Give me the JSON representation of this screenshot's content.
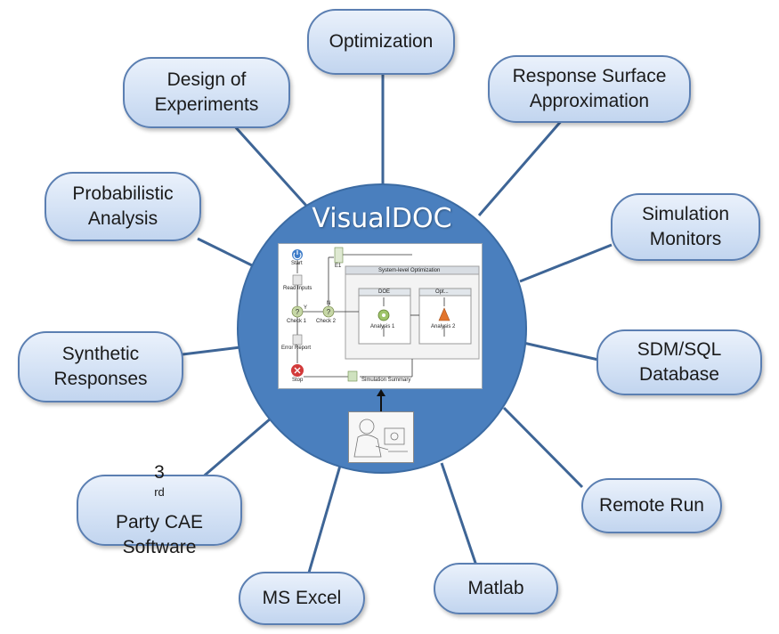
{
  "hub": {
    "title": "VisualDOC",
    "workflow": {
      "start": "Start",
      "read_inputs": "Read Inputs",
      "check1": "Check 1",
      "check2": "Check 2",
      "error_report": "Error Report",
      "stop": "Stop",
      "e1": "E1",
      "system_opt": "System-level Optimization",
      "doe": "DOE",
      "opt": "Opt...",
      "analysis1": "Analysis 1",
      "analysis2": "Analysis 2",
      "sim_summary": "Simulation Summary",
      "n": "N",
      "y": "Y"
    }
  },
  "nodes": {
    "optimization": [
      "Optimization"
    ],
    "design_of_experiments": [
      "Design of",
      "Experiments"
    ],
    "response_surface": [
      "Response Surface",
      "Approximation"
    ],
    "probabilistic": [
      "Probabilistic",
      "Analysis"
    ],
    "simulation_monitors": [
      "Simulation",
      "Monitors"
    ],
    "synthetic_responses": [
      "Synthetic",
      "Responses"
    ],
    "sdm_sql": [
      "SDM/SQL",
      "Database"
    ],
    "third_party": {
      "num": "3",
      "sup": "rd",
      "rest": " Party CAE",
      "line2": "Software"
    },
    "remote_run": [
      "Remote Run"
    ],
    "ms_excel": [
      "MS Excel"
    ],
    "matlab": [
      "Matlab"
    ]
  }
}
